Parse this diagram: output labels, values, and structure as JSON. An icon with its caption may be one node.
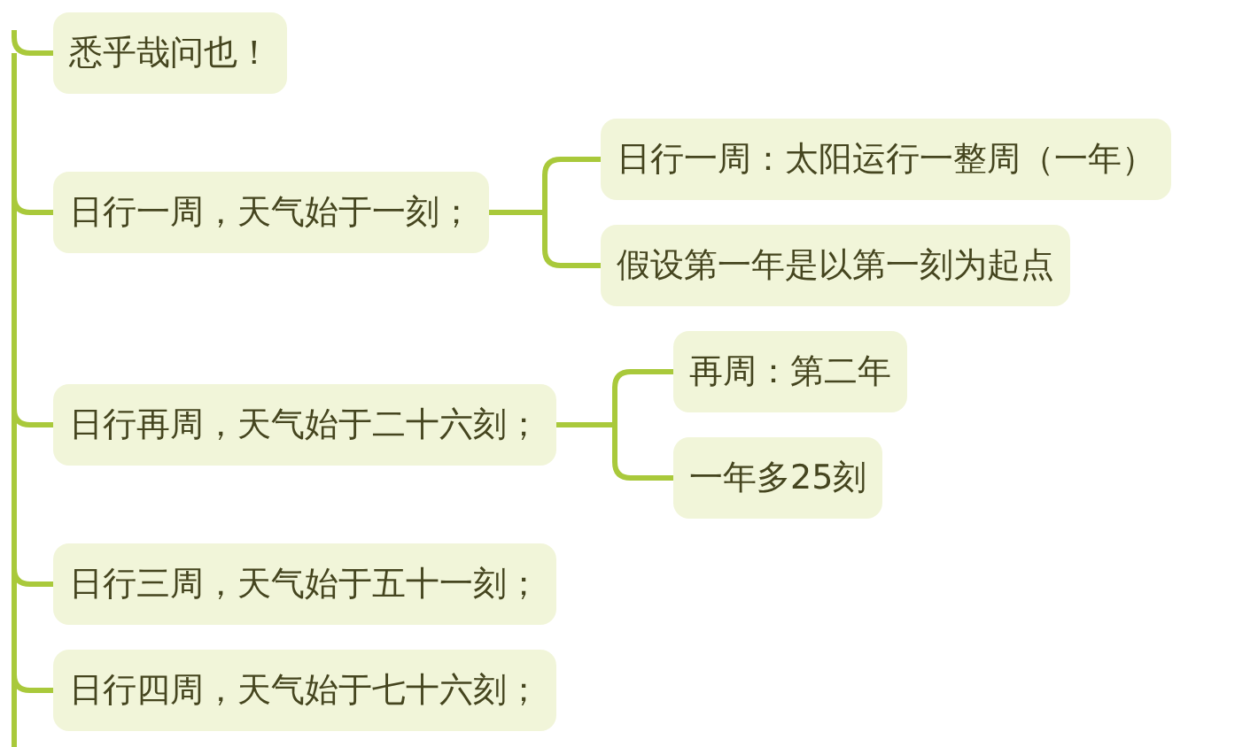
{
  "diagram": {
    "nodes": [
      {
        "text": [
          "悉乎哉问也！"
        ]
      },
      {
        "text": [
          "日行一周，天气始于一刻；"
        ]
      },
      {
        "text": [
          "日行一周：太阳运行一整周（一年）"
        ]
      },
      {
        "text": [
          "假设第一年是以第一刻为起点"
        ]
      },
      {
        "text": [
          "日行再周，天气始于二十六刻；"
        ]
      },
      {
        "text": [
          "再周：第二年"
        ]
      },
      {
        "text": [
          "一年多25刻"
        ]
      },
      {
        "text": [
          "日行三周，天气始于五十一刻；"
        ]
      },
      {
        "text": [
          "日行四周，天气始于七十六刻；"
        ]
      }
    ],
    "edges": [
      {
        "from": null,
        "to": 0,
        "arrow": "none"
      },
      {
        "from": null,
        "to": 1,
        "arrow": "none"
      },
      {
        "from": 1,
        "to": 2,
        "arrow": "none"
      },
      {
        "from": 1,
        "to": 3,
        "arrow": "none"
      },
      {
        "from": null,
        "to": 4,
        "arrow": "none"
      },
      {
        "from": 4,
        "to": 5,
        "arrow": "none"
      },
      {
        "from": 4,
        "to": 6,
        "arrow": "none"
      },
      {
        "from": null,
        "to": 7,
        "arrow": "none"
      },
      {
        "from": null,
        "to": 8,
        "arrow": "none"
      }
    ]
  }
}
